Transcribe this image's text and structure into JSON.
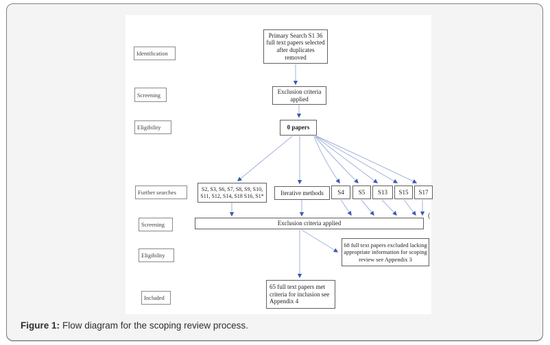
{
  "caption": {
    "label": "Figure 1:",
    "text": "Flow diagram for the scoping review process."
  },
  "stages": [
    {
      "label": "Identification"
    },
    {
      "label": "Screening"
    },
    {
      "label": "Eligibility"
    },
    {
      "label": "Further searches"
    },
    {
      "label": "Screening"
    },
    {
      "label": "Eligibility"
    },
    {
      "label": "Included"
    }
  ],
  "flow": {
    "primary_search": "Primary Search S1 36 full text papers selected after duplicates removed",
    "exclusion_1": "Exclusion criteria applied",
    "zero_papers": "0 papers",
    "further_search_list": "S2, S3, S6, S7, S8, S9, S10, S11, S12, S14, S18 S16, S1*",
    "iterative_methods": "Iterative methods",
    "s4": "S4",
    "s5": "S5",
    "s13": "S13",
    "s15": "S15",
    "s17": "S17",
    "exclusion_2": "Exclusion criteria applied",
    "excluded_68": "68 full text papers excluded lacking appropriate information for scoping review see Appendix 3",
    "met_65": "65 full text papers met criteria for inclusion see Appendix 4",
    "stray_mark": "("
  },
  "colors": {
    "arrow_line": "#9fb1d9",
    "arrow_head": "#3a5bab",
    "panel_bg": "#ffffff",
    "card_bg": "#f4f4f4"
  }
}
